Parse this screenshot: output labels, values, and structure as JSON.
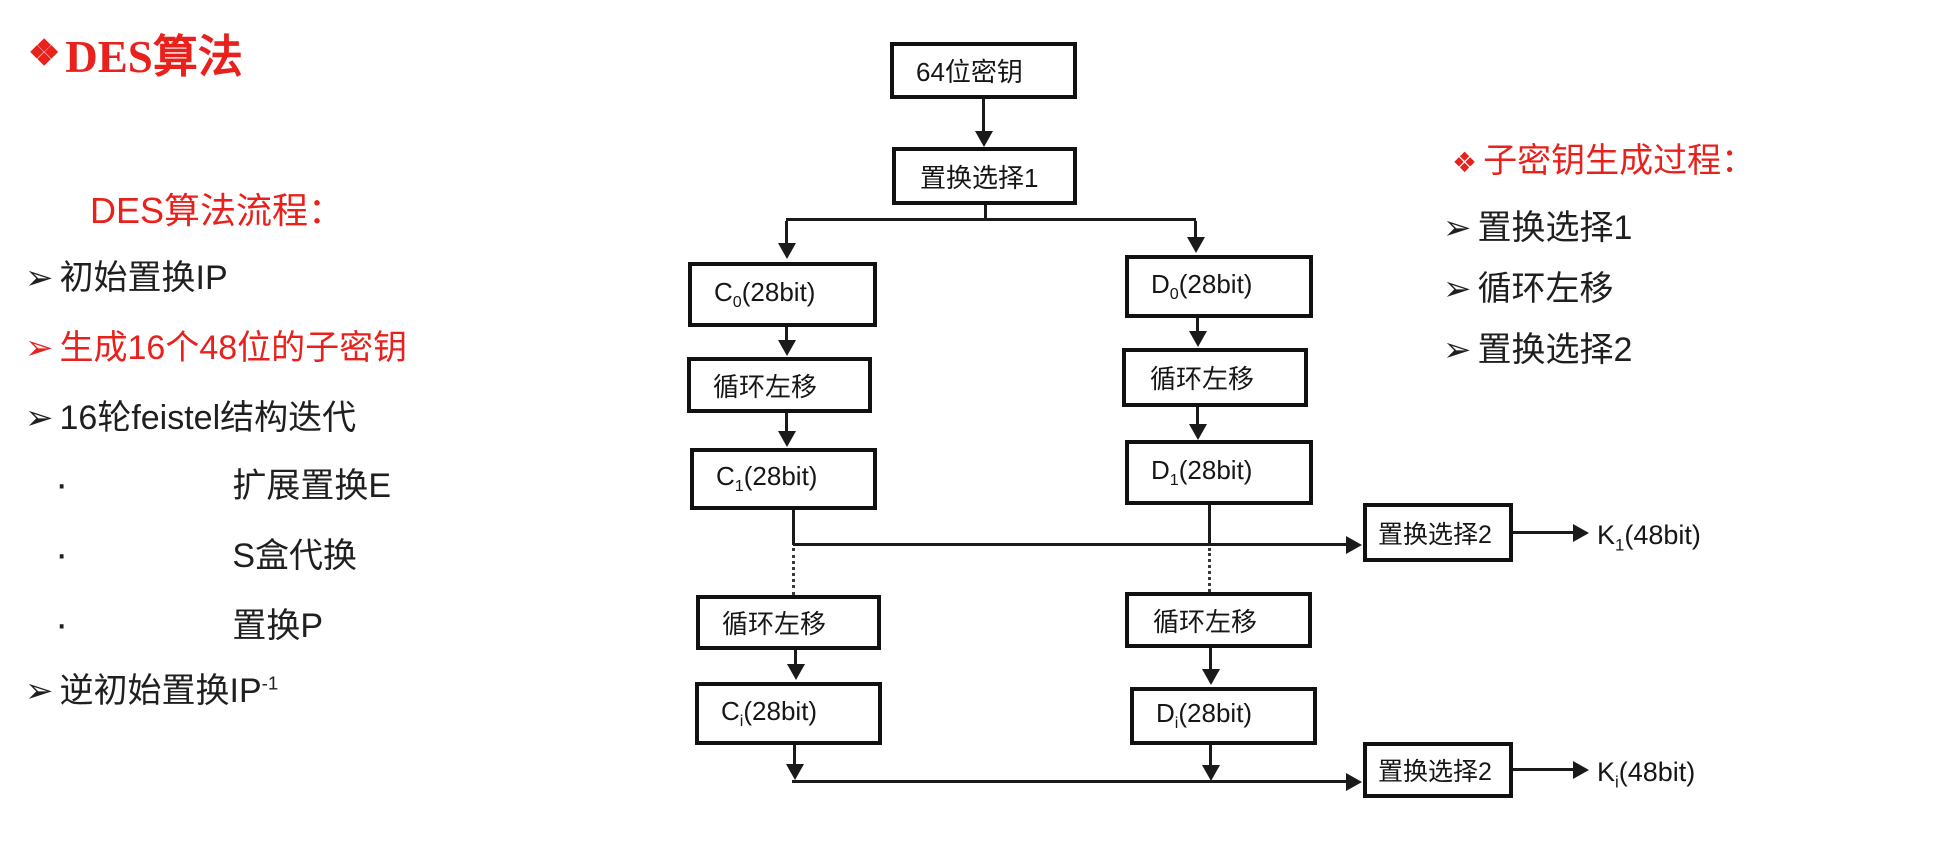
{
  "slide": {
    "title": {
      "bullet": "❖",
      "text": "DES算法"
    },
    "left_panel": {
      "heading": "DES算法流程：",
      "items": [
        {
          "bullet": "➢",
          "label": "初始置换IP"
        },
        {
          "bullet": "➢",
          "label": "生成16个48位的子密钥"
        },
        {
          "bullet": "➢",
          "label": "16轮feistel结构迭代"
        },
        {
          "bullet": "·",
          "label": "扩展置换E"
        },
        {
          "bullet": "·",
          "label": "S盒代换"
        },
        {
          "bullet": "·",
          "label": "置换P"
        },
        {
          "bullet": "➢",
          "label": "逆初始置换IP",
          "superscript": "-1"
        }
      ]
    },
    "right_panel": {
      "heading": {
        "bullet": "❖",
        "text": "子密钥生成过程："
      },
      "items": [
        {
          "bullet": "➢",
          "label": "置换选择1"
        },
        {
          "bullet": "➢",
          "label": "循环左移"
        },
        {
          "bullet": "➢",
          "label": "置换选择2"
        }
      ]
    },
    "flowchart": {
      "key64": "64位密钥",
      "pc1": "置换选择1",
      "pc2": "置换选择2",
      "shift": "循环左移",
      "c0": {
        "base": "C",
        "sub": "0",
        "rest": "(28bit)"
      },
      "d0": {
        "base": "D",
        "sub": "0",
        "rest": "(28bit)"
      },
      "c1": {
        "base": "C",
        "sub": "1",
        "rest": "(28bit)"
      },
      "d1": {
        "base": "D",
        "sub": "1",
        "rest": "(28bit)"
      },
      "ci": {
        "base": "C",
        "sub": "i",
        "rest": "(28bit)"
      },
      "di": {
        "base": "D",
        "sub": "i",
        "rest": "(28bit)"
      },
      "k1": {
        "base": "K",
        "sub": "1",
        "rest": "(48bit)"
      },
      "ki": {
        "base": "K",
        "sub": "i",
        "rest": "(48bit)"
      }
    },
    "colors": {
      "accent_red": "#e8211d",
      "text_black": "#1f1f1f",
      "line_black": "#1a1a1a",
      "background": "#ffffff"
    }
  }
}
